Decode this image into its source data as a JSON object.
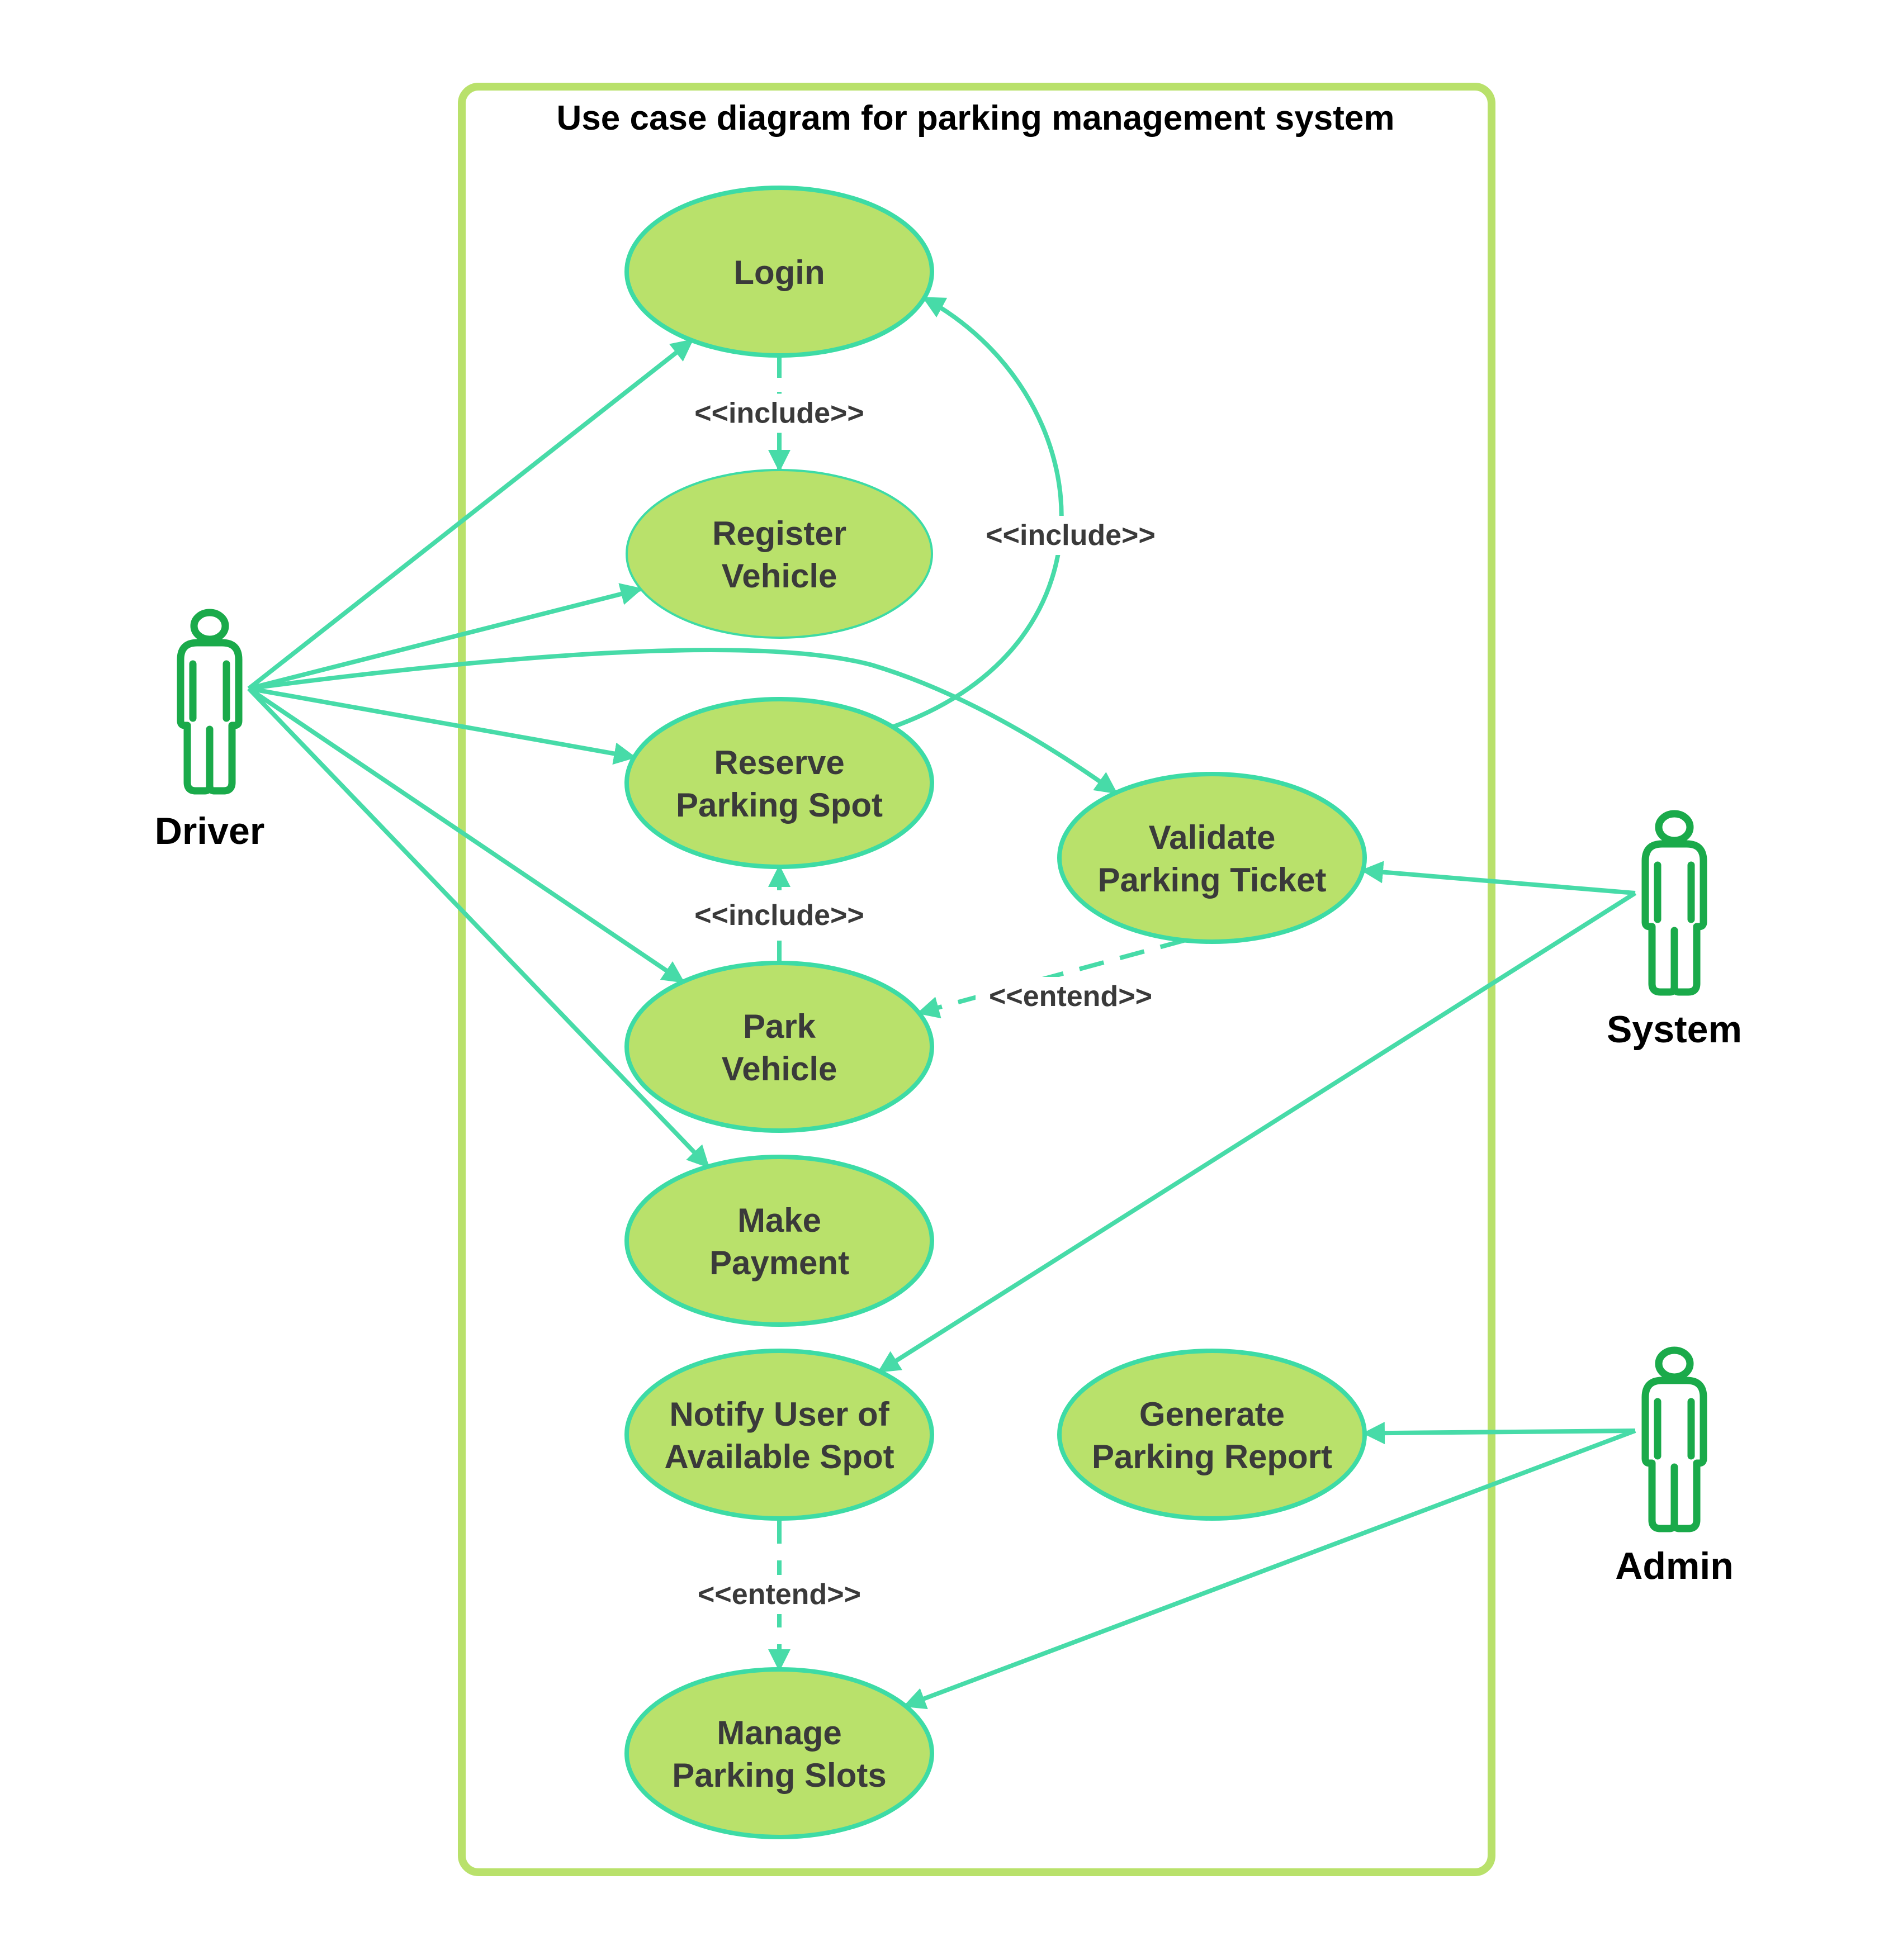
{
  "title": "Use case diagram for parking management system",
  "colors": {
    "boundary": "#b9e16b",
    "usecase_fill": "#b9e16b",
    "usecase_stroke": "#3ddba5",
    "connector": "#47dba8",
    "actor": "#1aaa4a",
    "text": "#3a3a3a"
  },
  "actors": [
    {
      "id": "driver",
      "label": "Driver"
    },
    {
      "id": "system",
      "label": "System"
    },
    {
      "id": "admin",
      "label": "Admin"
    }
  ],
  "use_cases": [
    {
      "id": "login",
      "lines": [
        "Login"
      ]
    },
    {
      "id": "register",
      "lines": [
        "Register",
        "Vehicle"
      ]
    },
    {
      "id": "reserve",
      "lines": [
        "Reserve",
        "Parking Spot"
      ]
    },
    {
      "id": "validate",
      "lines": [
        "Validate",
        "Parking Ticket"
      ]
    },
    {
      "id": "park",
      "lines": [
        "Park",
        "Vehicle"
      ]
    },
    {
      "id": "payment",
      "lines": [
        "Make",
        "Payment"
      ]
    },
    {
      "id": "notify",
      "lines": [
        "Notify User of",
        "Available Spot"
      ]
    },
    {
      "id": "report",
      "lines": [
        "Generate",
        "Parking Report"
      ]
    },
    {
      "id": "manage",
      "lines": [
        "Manage",
        "Parking Slots"
      ]
    }
  ],
  "relationships": [
    {
      "from": "driver",
      "to": "login",
      "type": "association"
    },
    {
      "from": "driver",
      "to": "register",
      "type": "association"
    },
    {
      "from": "driver",
      "to": "validate",
      "type": "association"
    },
    {
      "from": "driver",
      "to": "reserve",
      "type": "association"
    },
    {
      "from": "driver",
      "to": "park",
      "type": "association"
    },
    {
      "from": "driver",
      "to": "payment",
      "type": "association"
    },
    {
      "from": "system",
      "to": "validate",
      "type": "association"
    },
    {
      "from": "system",
      "to": "notify",
      "type": "association"
    },
    {
      "from": "admin",
      "to": "report",
      "type": "association"
    },
    {
      "from": "admin",
      "to": "manage",
      "type": "association"
    },
    {
      "from": "login",
      "to": "register",
      "type": "include",
      "label": "<<include>>"
    },
    {
      "from": "reserve",
      "to": "login",
      "type": "include",
      "label": "<<include>>"
    },
    {
      "from": "park",
      "to": "reserve",
      "type": "include",
      "label": "<<include>>"
    },
    {
      "from": "validate",
      "to": "park",
      "type": "extend",
      "label": "<<entend>>"
    },
    {
      "from": "notify",
      "to": "manage",
      "type": "extend",
      "label": "<<entend>>"
    }
  ]
}
